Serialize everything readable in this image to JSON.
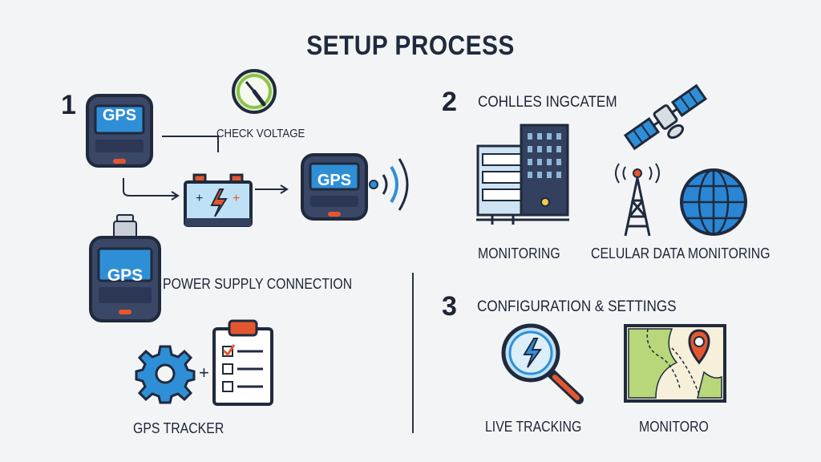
{
  "title": "SETUP PROCESS",
  "step1": {
    "number": "1",
    "device_label": "GPS",
    "check_voltage": "CHECK VOLTAGE",
    "power_supply": "POWER SUPPLY CONNECTION",
    "gps_tracker": "GPS TRACKER",
    "plus": "+"
  },
  "step2": {
    "number": "2",
    "heading": "COHLLES INGCATEM",
    "monitoring": "MONITORING",
    "cellular": "CELULAR DATA MONITORING"
  },
  "step3": {
    "number": "3",
    "heading": "CONFIGURATION & SETTINGS",
    "live_tracking": "LIVE TRACKING",
    "monitoro": "MONITORO"
  },
  "colors": {
    "ink": "#1f2a3d",
    "device": "#33405e",
    "screen": "#2f8fd6",
    "orange": "#e4572e",
    "battery": "#bfe1f5",
    "green": "#8bc34a",
    "blue": "#2a86d4",
    "map_green": "#b7d77a"
  }
}
